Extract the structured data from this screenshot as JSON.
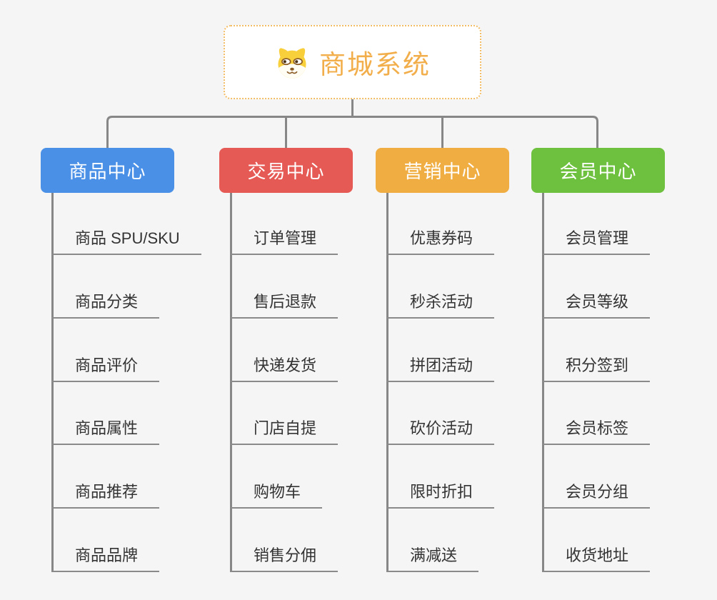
{
  "background": "#f5f5f5",
  "connector_color": "#878787",
  "root": {
    "title": "商城系统",
    "icon": "dog-face-icon",
    "text_color": "#f2ae4a",
    "border_color": "#f3bd66"
  },
  "branches": [
    {
      "label": "商品中心",
      "color": "#4a90e6",
      "items": [
        "商品 SPU/SKU",
        "商品分类",
        "商品评价",
        "商品属性",
        "商品推荐",
        "商品品牌"
      ]
    },
    {
      "label": "交易中心",
      "color": "#e65a55",
      "items": [
        "订单管理",
        "售后退款",
        "快递发货",
        "门店自提",
        "购物车",
        "销售分佣"
      ]
    },
    {
      "label": "营销中心",
      "color": "#efad42",
      "items": [
        "优惠券码",
        "秒杀活动",
        "拼团活动",
        "砍价活动",
        "限时折扣",
        "满减送"
      ]
    },
    {
      "label": "会员中心",
      "color": "#6ec03f",
      "items": [
        "会员管理",
        "会员等级",
        "积分签到",
        "会员标签",
        "会员分组",
        "收货地址"
      ]
    }
  ]
}
